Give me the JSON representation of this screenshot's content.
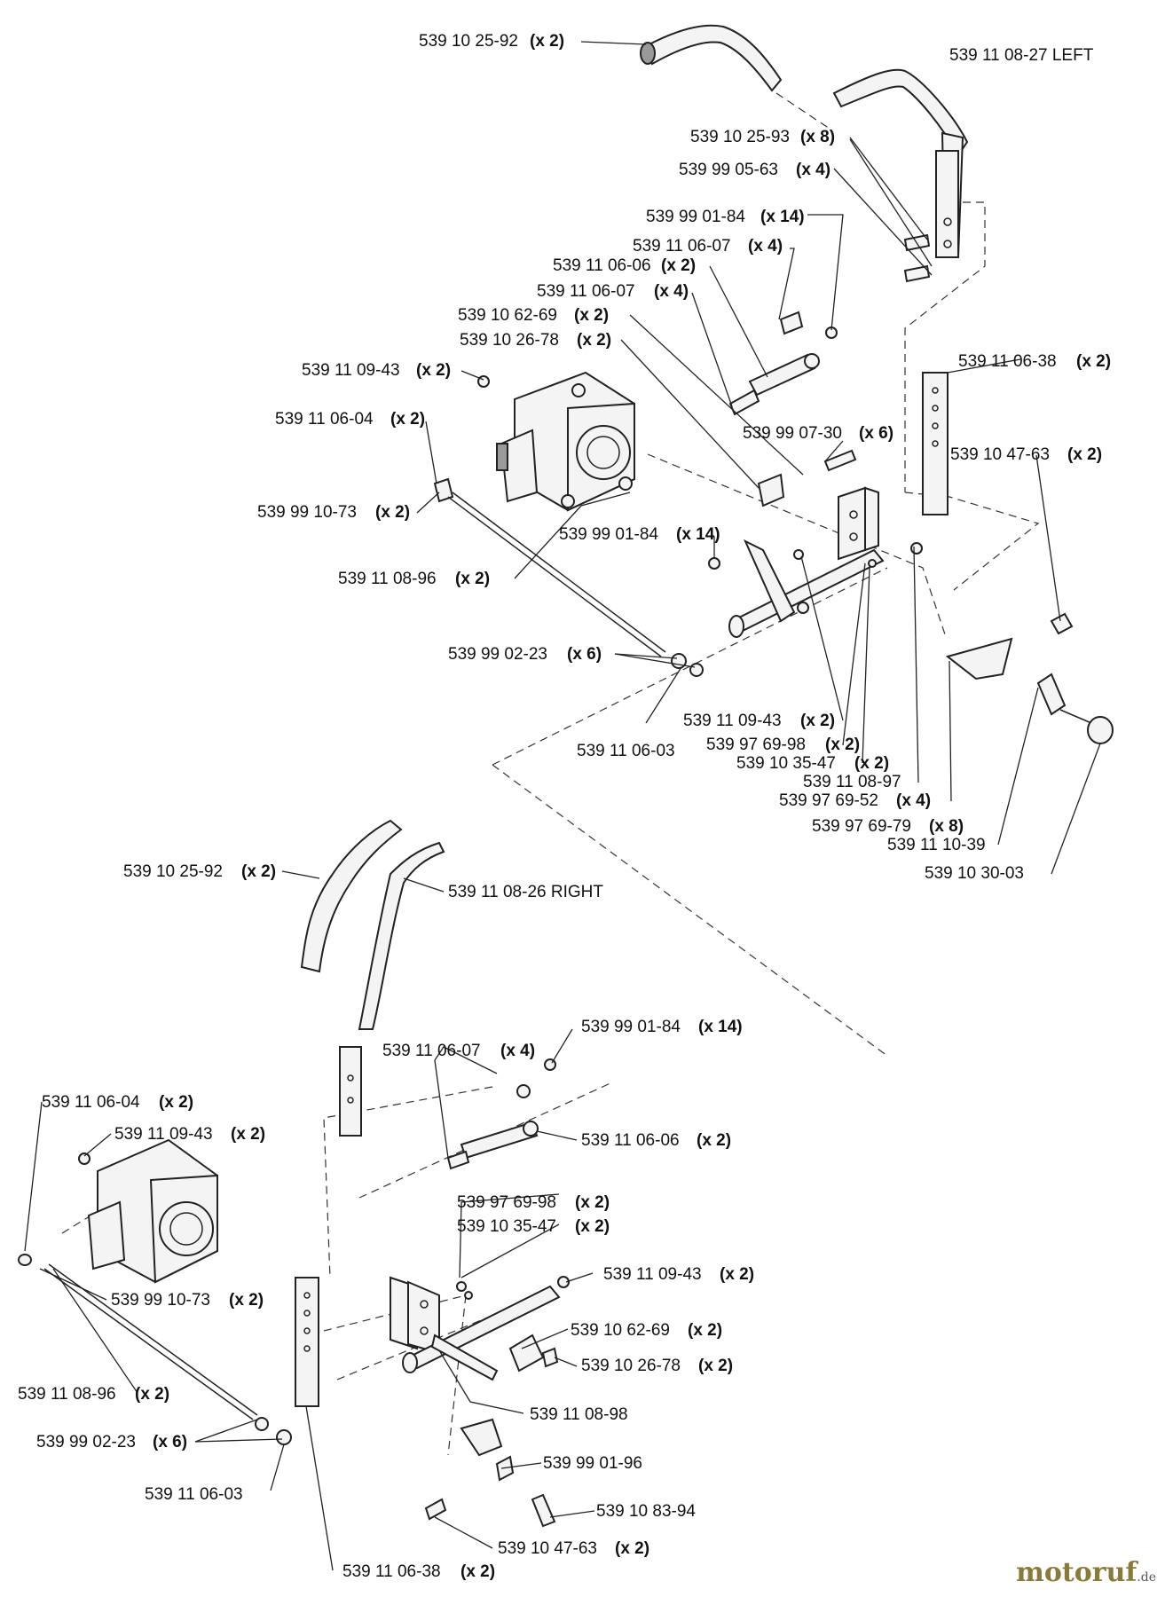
{
  "diagram": {
    "labels": [
      {
        "part": "539 10 25-92",
        "qty": "(x 2)"
      },
      {
        "part": "539 11 08-27 LEFT",
        "qty": ""
      },
      {
        "part": "539 10 25-93",
        "qty": "(x 8)"
      },
      {
        "part": "539 99 05-63",
        "qty": "(x 4)"
      },
      {
        "part": "539 99 01-84",
        "qty": "(x 14)"
      },
      {
        "part": "539 11 06-07",
        "qty": "(x 4)"
      },
      {
        "part": "539 11 06-06",
        "qty": "(x 2)"
      },
      {
        "part": "539 11 06-07",
        "qty": "(x 4)"
      },
      {
        "part": "539 10 62-69",
        "qty": "(x 2)"
      },
      {
        "part": "539 10 26-78",
        "qty": "(x 2)"
      },
      {
        "part": "539 11 09-43",
        "qty": "(x 2)"
      },
      {
        "part": "539 11 06-38",
        "qty": "(x 2)"
      },
      {
        "part": "539 11 06-04",
        "qty": "(x 2)"
      },
      {
        "part": "539 99 07-30",
        "qty": "(x 6)"
      },
      {
        "part": "539 10 47-63",
        "qty": "(x 2)"
      },
      {
        "part": "539 99 10-73",
        "qty": "(x 2)"
      },
      {
        "part": "539 99 01-84",
        "qty": "(x 14)"
      },
      {
        "part": "539 11 08-96",
        "qty": "(x 2)"
      },
      {
        "part": "539 99 02-23",
        "qty": "(x 6)"
      },
      {
        "part": "539 11 09-43",
        "qty": "(x 2)"
      },
      {
        "part": "539 97 69-98",
        "qty": "(x 2)"
      },
      {
        "part": "539 11 06-03",
        "qty": ""
      },
      {
        "part": "539 10 35-47",
        "qty": "(x 2)"
      },
      {
        "part": "539 11 08-97",
        "qty": ""
      },
      {
        "part": "539 97 69-52",
        "qty": "(x 4)"
      },
      {
        "part": "539 97 69-79",
        "qty": "(x 8)"
      },
      {
        "part": "539 11 10-39",
        "qty": ""
      },
      {
        "part": "539 10 30-03",
        "qty": ""
      },
      {
        "part": "539 10 25-92",
        "qty": "(x 2)"
      },
      {
        "part": "539 11 08-26 RIGHT",
        "qty": ""
      },
      {
        "part": "539 99 01-84",
        "qty": "(x 14)"
      },
      {
        "part": "539 11 06-07",
        "qty": "(x 4)"
      },
      {
        "part": "539 11 06-04",
        "qty": "(x 2)"
      },
      {
        "part": "539 11 09-43",
        "qty": "(x 2)"
      },
      {
        "part": "539 11 06-06",
        "qty": "(x 2)"
      },
      {
        "part": "539 97 69-98",
        "qty": "(x 2)"
      },
      {
        "part": "539 10 35-47",
        "qty": "(x 2)"
      },
      {
        "part": "539 11 09-43",
        "qty": "(x 2)"
      },
      {
        "part": "539 99 10-73",
        "qty": "(x 2)"
      },
      {
        "part": "539 10 62-69",
        "qty": "(x 2)"
      },
      {
        "part": "539 10 26-78",
        "qty": "(x 2)"
      },
      {
        "part": "539 11 08-96",
        "qty": "(x 2)"
      },
      {
        "part": "539 11 08-98",
        "qty": ""
      },
      {
        "part": "539 99 02-23",
        "qty": "(x 6)"
      },
      {
        "part": "539 99 01-96",
        "qty": ""
      },
      {
        "part": "539 11 06-03",
        "qty": ""
      },
      {
        "part": "539 10 83-94",
        "qty": ""
      },
      {
        "part": "539 10 47-63",
        "qty": "(x 2)"
      },
      {
        "part": "539 11 06-38",
        "qty": "(x 2)"
      }
    ]
  },
  "watermark": {
    "brand": "motoruf",
    "tld": ".de"
  }
}
